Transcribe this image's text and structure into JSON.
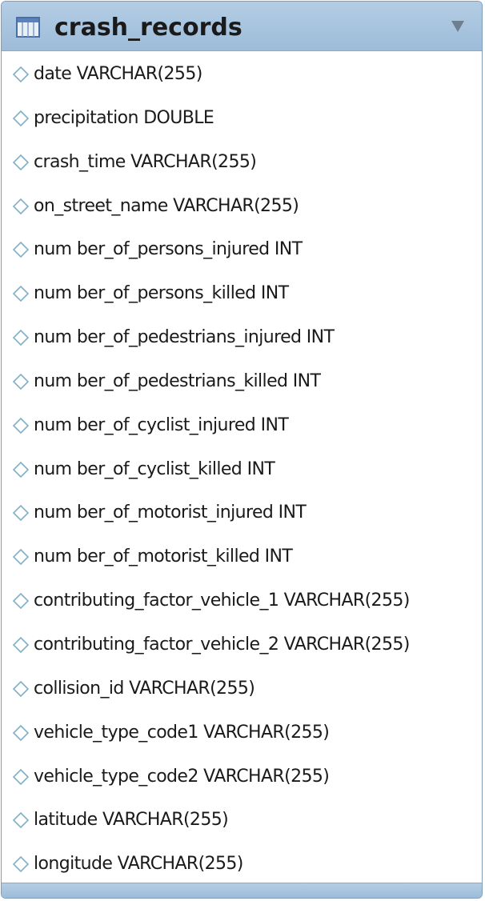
{
  "table": {
    "name": "crash_records",
    "columns": [
      {
        "name": "date",
        "type": "VARCHAR(255)"
      },
      {
        "name": "precipitation",
        "type": "DOUBLE"
      },
      {
        "name": "crash_time",
        "type": "VARCHAR(255)"
      },
      {
        "name": "on_street_name",
        "type": "VARCHAR(255)"
      },
      {
        "name": "num ber_of_persons_injured",
        "type": "INT"
      },
      {
        "name": "num ber_of_persons_killed",
        "type": "INT"
      },
      {
        "name": "num ber_of_pedestrians_injured",
        "type": "INT"
      },
      {
        "name": "num ber_of_pedestrians_killed",
        "type": "INT"
      },
      {
        "name": "num ber_of_cyclist_injured",
        "type": "INT"
      },
      {
        "name": "num ber_of_cyclist_killed",
        "type": "INT"
      },
      {
        "name": "num ber_of_motorist_injured",
        "type": "INT"
      },
      {
        "name": "num ber_of_motorist_killed",
        "type": "INT"
      },
      {
        "name": "contributing_factor_vehicle_1",
        "type": "VARCHAR(255)"
      },
      {
        "name": "contributing_factor_vehicle_2",
        "type": "VARCHAR(255)"
      },
      {
        "name": "collision_id",
        "type": "VARCHAR(255)"
      },
      {
        "name": "vehicle_type_code1",
        "type": "VARCHAR(255)"
      },
      {
        "name": "vehicle_type_code2",
        "type": "VARCHAR(255)"
      },
      {
        "name": "latitude",
        "type": "VARCHAR(255)"
      },
      {
        "name": "longitude",
        "type": "VARCHAR(255)"
      }
    ]
  },
  "icons": {
    "header": "table-icon",
    "collapse": "collapse-arrow-icon",
    "column": "column-diamond-icon"
  },
  "colors": {
    "header_bg": "#a9c5e0",
    "border": "#7f9db9",
    "diamond": "#7fb0c8"
  }
}
